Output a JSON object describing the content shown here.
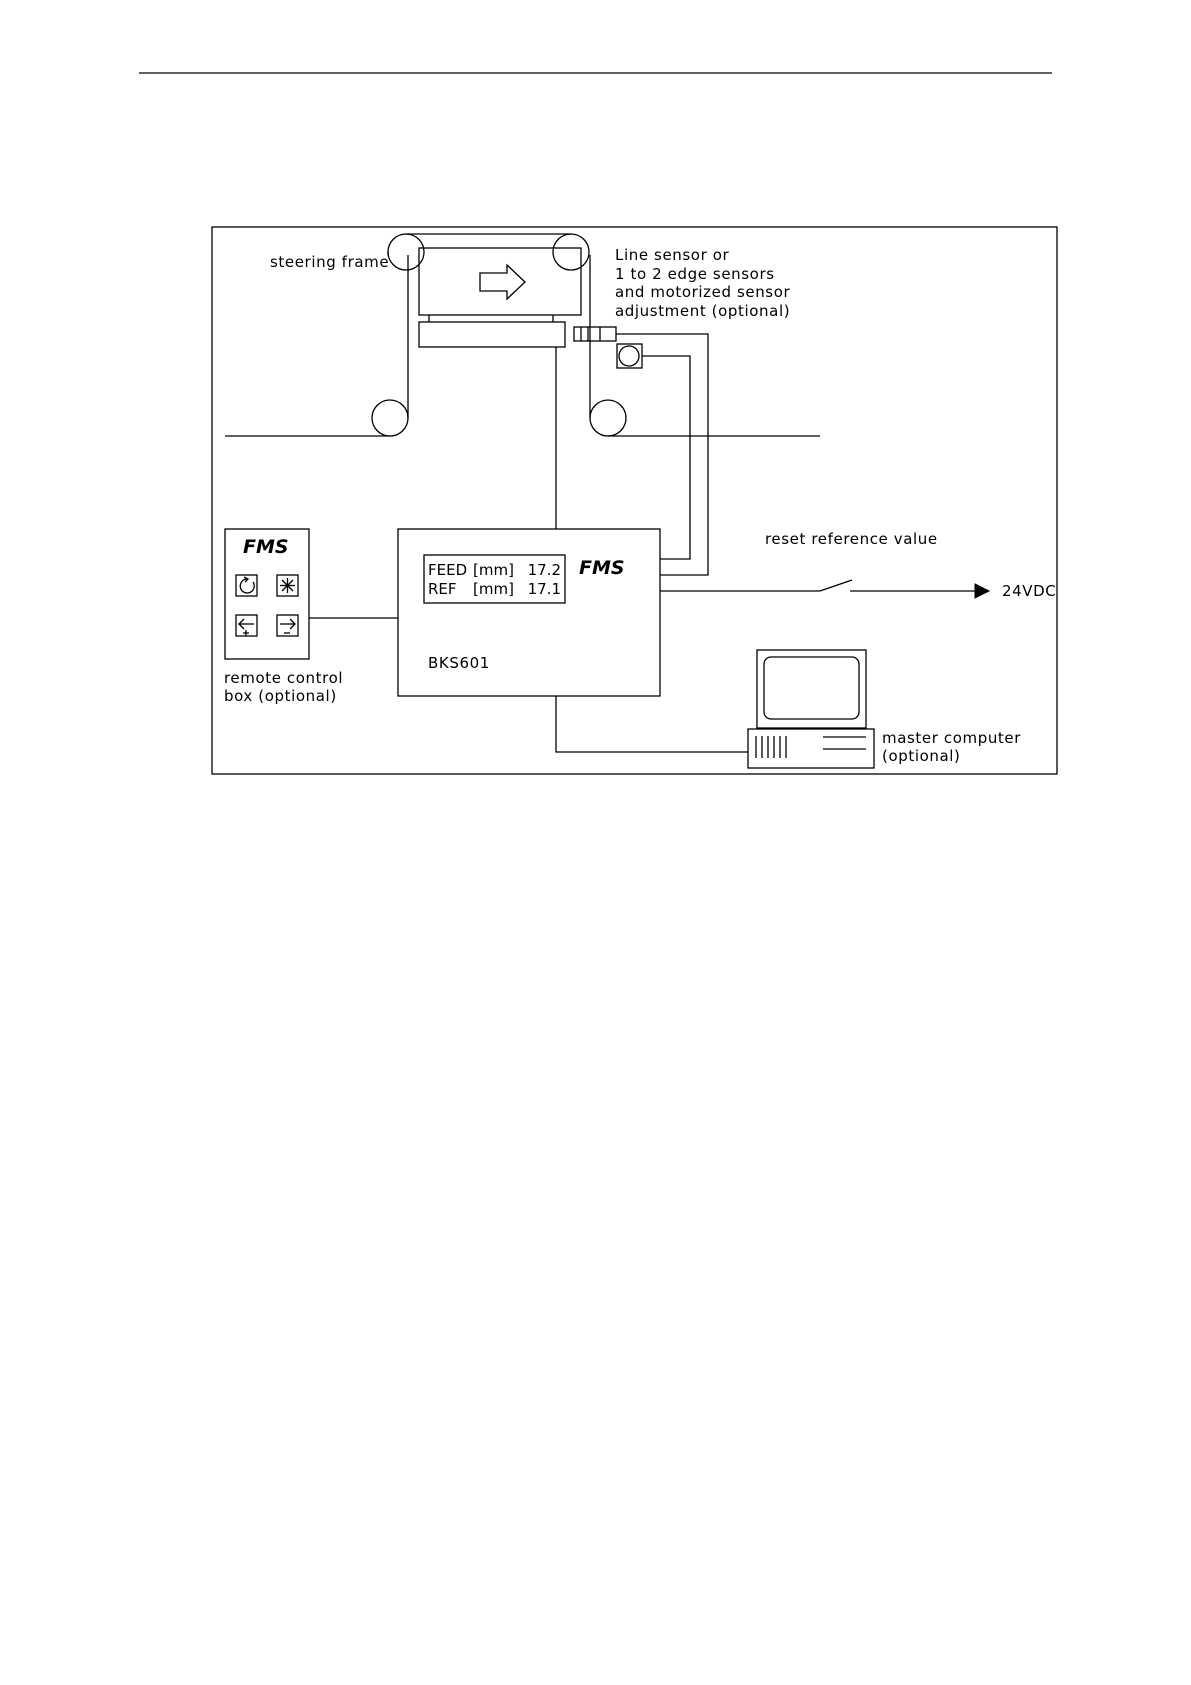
{
  "diagram": {
    "labels": {
      "steering_frame": "steering frame",
      "sensor_line1": "Line sensor or",
      "sensor_line2": "1 to 2 edge sensors",
      "sensor_line3": "and motorized sensor",
      "sensor_line4": "adjustment (optional)",
      "reset": "reset reference value",
      "voltage": "24VDC",
      "remote_line1": "remote control",
      "remote_line2": "box (optional)",
      "master_line1": "master computer",
      "master_line2": "(optional)"
    },
    "remote_box": {
      "logo": "FMS"
    },
    "controller": {
      "logo": "FMS",
      "model": "BKS601",
      "display": {
        "row1_name": "FEED",
        "row1_unit": "[mm]",
        "row1_value": "17.2",
        "row2_name": "REF",
        "row2_unit": "[mm]",
        "row2_value": "17.1"
      }
    },
    "icons": [
      "rotate-icon",
      "asterisk-icon",
      "arrow-left-plus-icon",
      "arrow-right-minus-icon",
      "right-arrow-icon"
    ]
  }
}
